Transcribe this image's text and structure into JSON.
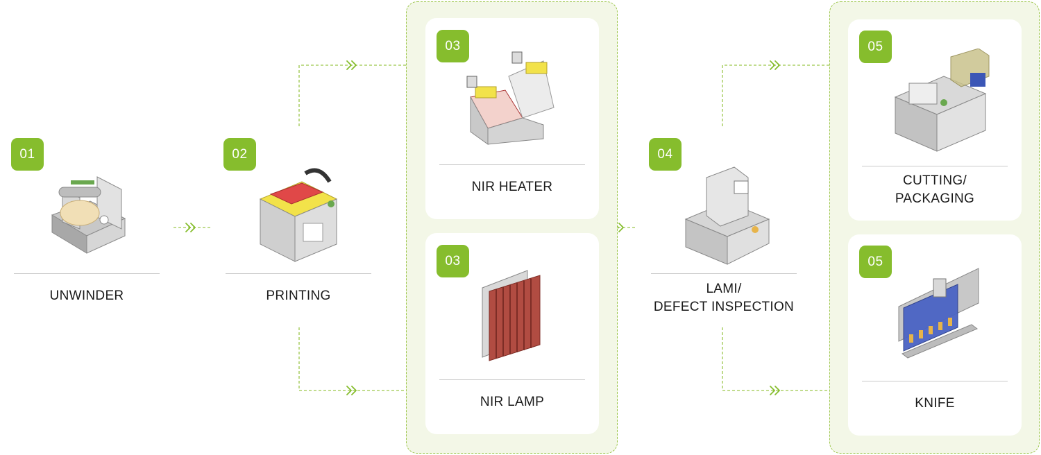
{
  "steps": [
    {
      "number": "01",
      "label": "UNWINDER",
      "image": "unwinder-machine"
    },
    {
      "number": "02",
      "label": "PRINTING",
      "image": "printing-machine"
    },
    {
      "number": "03",
      "label": "NIR HEATER",
      "image": "nir-heater-machine"
    },
    {
      "number": "03",
      "label": "NIR LAMP",
      "image": "nir-lamp-panel"
    },
    {
      "number": "04",
      "label_line1": "LAMI/",
      "label_line2": "DEFECT INSPECTION",
      "image": "lami-defect-inspection-machine"
    },
    {
      "number": "05",
      "label_line1": "CUTTING/",
      "label_line2": "PACKAGING",
      "image": "cutting-packaging-machine"
    },
    {
      "number": "05",
      "label": "KNIFE",
      "image": "knife-assembly"
    }
  ],
  "colors": {
    "accent": "#86bd2d",
    "group_background": "#f3f7e7",
    "group_border": "#9cc64a",
    "divider": "#c9c9c9",
    "text": "#1a1a1a"
  },
  "connector_icon": "double-chevron-right-icon"
}
